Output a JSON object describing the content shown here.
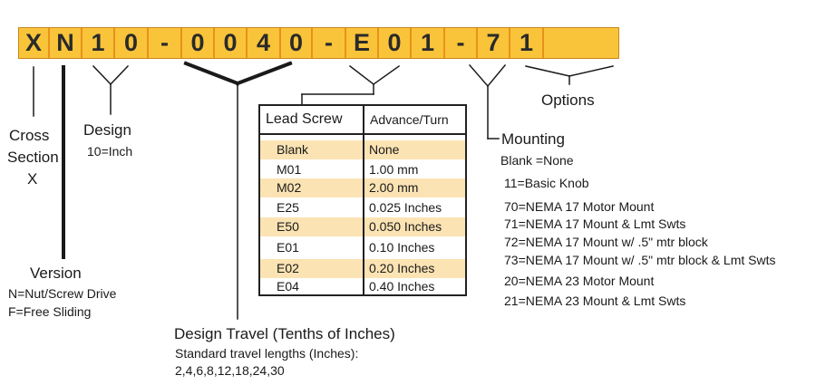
{
  "part_code": [
    "X",
    "N",
    "1",
    "0",
    "-",
    "0",
    "0",
    "4",
    "0",
    "-",
    "E",
    "0",
    "1",
    "-",
    "7",
    "1",
    ""
  ],
  "colors": {
    "cell_fill": "#f9c43a",
    "cell_border": "#e8921a",
    "highlight_row": "#fbe3b3",
    "line": "#1a1a1a"
  },
  "cross_section": {
    "line1": "Cross",
    "line2": "Section",
    "line3": "X"
  },
  "version": {
    "title": "Version",
    "item1": "N=Nut/Screw Drive",
    "item2": "F=Free Sliding"
  },
  "design": {
    "title": "Design",
    "item1": "10=Inch"
  },
  "design_travel": {
    "title": "Design Travel  (Tenths of Inches)",
    "sub1": "Standard travel lengths (Inches):",
    "sub2": "2,4,6,8,12,18,24,30"
  },
  "lead_screw_table": {
    "header_col1": "Lead Screw",
    "header_col2": "Advance/Turn",
    "rows": [
      {
        "code": "Blank",
        "advance": "None",
        "highlight": true
      },
      {
        "code": "M01",
        "advance": "1.00 mm",
        "highlight": false
      },
      {
        "code": "M02",
        "advance": "2.00 mm",
        "highlight": true
      },
      {
        "code": "E25",
        "advance": "0.025 Inches",
        "highlight": false
      },
      {
        "code": "E50",
        "advance": "0.050 Inches",
        "highlight": true
      },
      {
        "code": "E01",
        "advance": "0.10 Inches",
        "highlight": false
      },
      {
        "code": "E02",
        "advance": "0.20 Inches",
        "highlight": true
      },
      {
        "code": "E04",
        "advance": "0.40 Inches",
        "highlight": false
      }
    ]
  },
  "mounting": {
    "title": "Mounting",
    "items": [
      "Blank =None",
      "11=Basic Knob",
      "70=NEMA 17  Motor Mount",
      "71=NEMA 17 Mount & Lmt Swts",
      "72=NEMA 17 Mount w/ .5\" mtr block",
      "73=NEMA 17 Mount w/ .5\" mtr block & Lmt Swts",
      "20=NEMA 23 Motor Mount",
      "21=NEMA 23 Mount & Lmt Swts"
    ]
  },
  "options": {
    "title": "Options"
  }
}
